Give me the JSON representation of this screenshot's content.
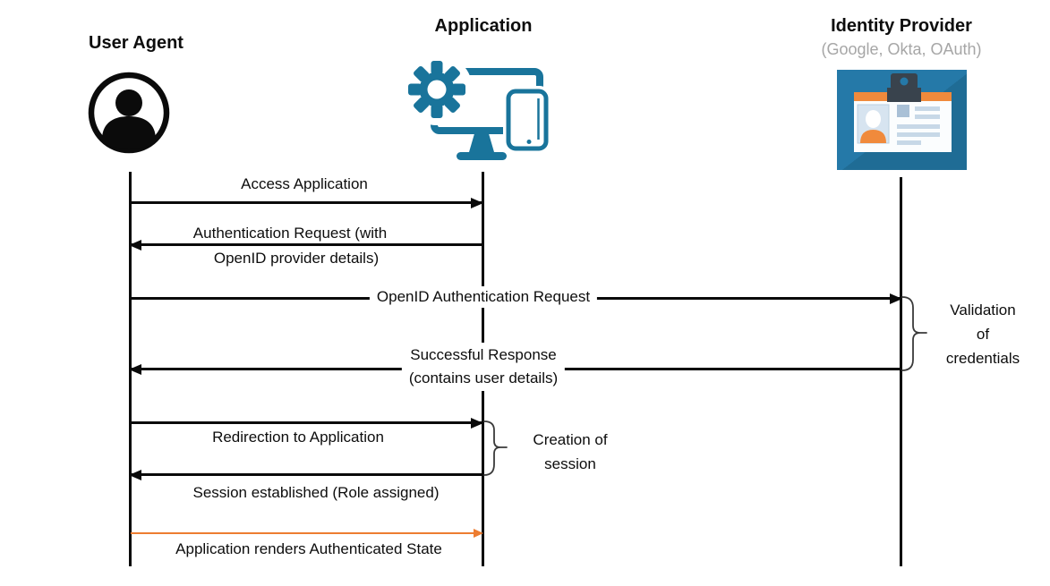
{
  "actors": [
    {
      "label": "User Agent",
      "sublabel": "",
      "icon": "user-icon"
    },
    {
      "label": "Application",
      "sublabel": "",
      "icon": "application-devices-icon"
    },
    {
      "label": "Identity Provider",
      "sublabel": "(Google, Okta, OAuth)",
      "icon": "id-badge-icon"
    }
  ],
  "messages": [
    {
      "label": "Access Application",
      "from": "User Agent",
      "to": "Application",
      "direction": "right",
      "color": "#000000",
      "lines": [
        "Access Application"
      ]
    },
    {
      "label": "Authentication Request (with OpenID provider details)",
      "from": "Application",
      "to": "User Agent",
      "direction": "left",
      "color": "#000000",
      "lines": [
        "Authentication Request (with",
        "OpenID provider details)"
      ]
    },
    {
      "label": "OpenID Authentication Request",
      "from": "User Agent",
      "to": "Identity Provider",
      "direction": "right",
      "color": "#000000",
      "lines": [
        "OpenID Authentication Request"
      ]
    },
    {
      "label": "Successful Response (contains user details)",
      "from": "Identity Provider",
      "to": "User Agent",
      "direction": "left",
      "color": "#000000",
      "lines": [
        "Successful Response",
        "(contains user details)"
      ]
    },
    {
      "label": "Redirection to Application",
      "from": "User Agent",
      "to": "Application",
      "direction": "right",
      "color": "#000000",
      "lines": [
        "Redirection to Application"
      ]
    },
    {
      "label": "Session established (Role assigned)",
      "from": "Application",
      "to": "User Agent",
      "direction": "left",
      "color": "#000000",
      "lines": [
        "Session established (Role assigned)"
      ]
    },
    {
      "label": "Application renders Authenticated State",
      "from": "User Agent",
      "to": "Application",
      "direction": "right",
      "color": "#ED7D31",
      "lines": [
        "Application renders Authenticated State"
      ]
    }
  ],
  "annotations": [
    {
      "label": "Validation of credentials",
      "attached_to": "Identity Provider",
      "lines": [
        "Validation",
        "of",
        "credentials"
      ]
    },
    {
      "label": "Creation of session",
      "attached_to": "Application",
      "lines": [
        "Creation of",
        "session"
      ]
    }
  ],
  "colors": {
    "line_black": "#0a0a0a",
    "accent_orange": "#ED7D31",
    "app_icon_teal": "#19749B",
    "idp_background_blue": "#2579A8",
    "idp_shadow_blue": "#1F6C95",
    "idp_stripe_orange": "#F08A3C",
    "idp_clip_slate": "#39434D",
    "subtitle_gray": "#A6A6A6"
  }
}
